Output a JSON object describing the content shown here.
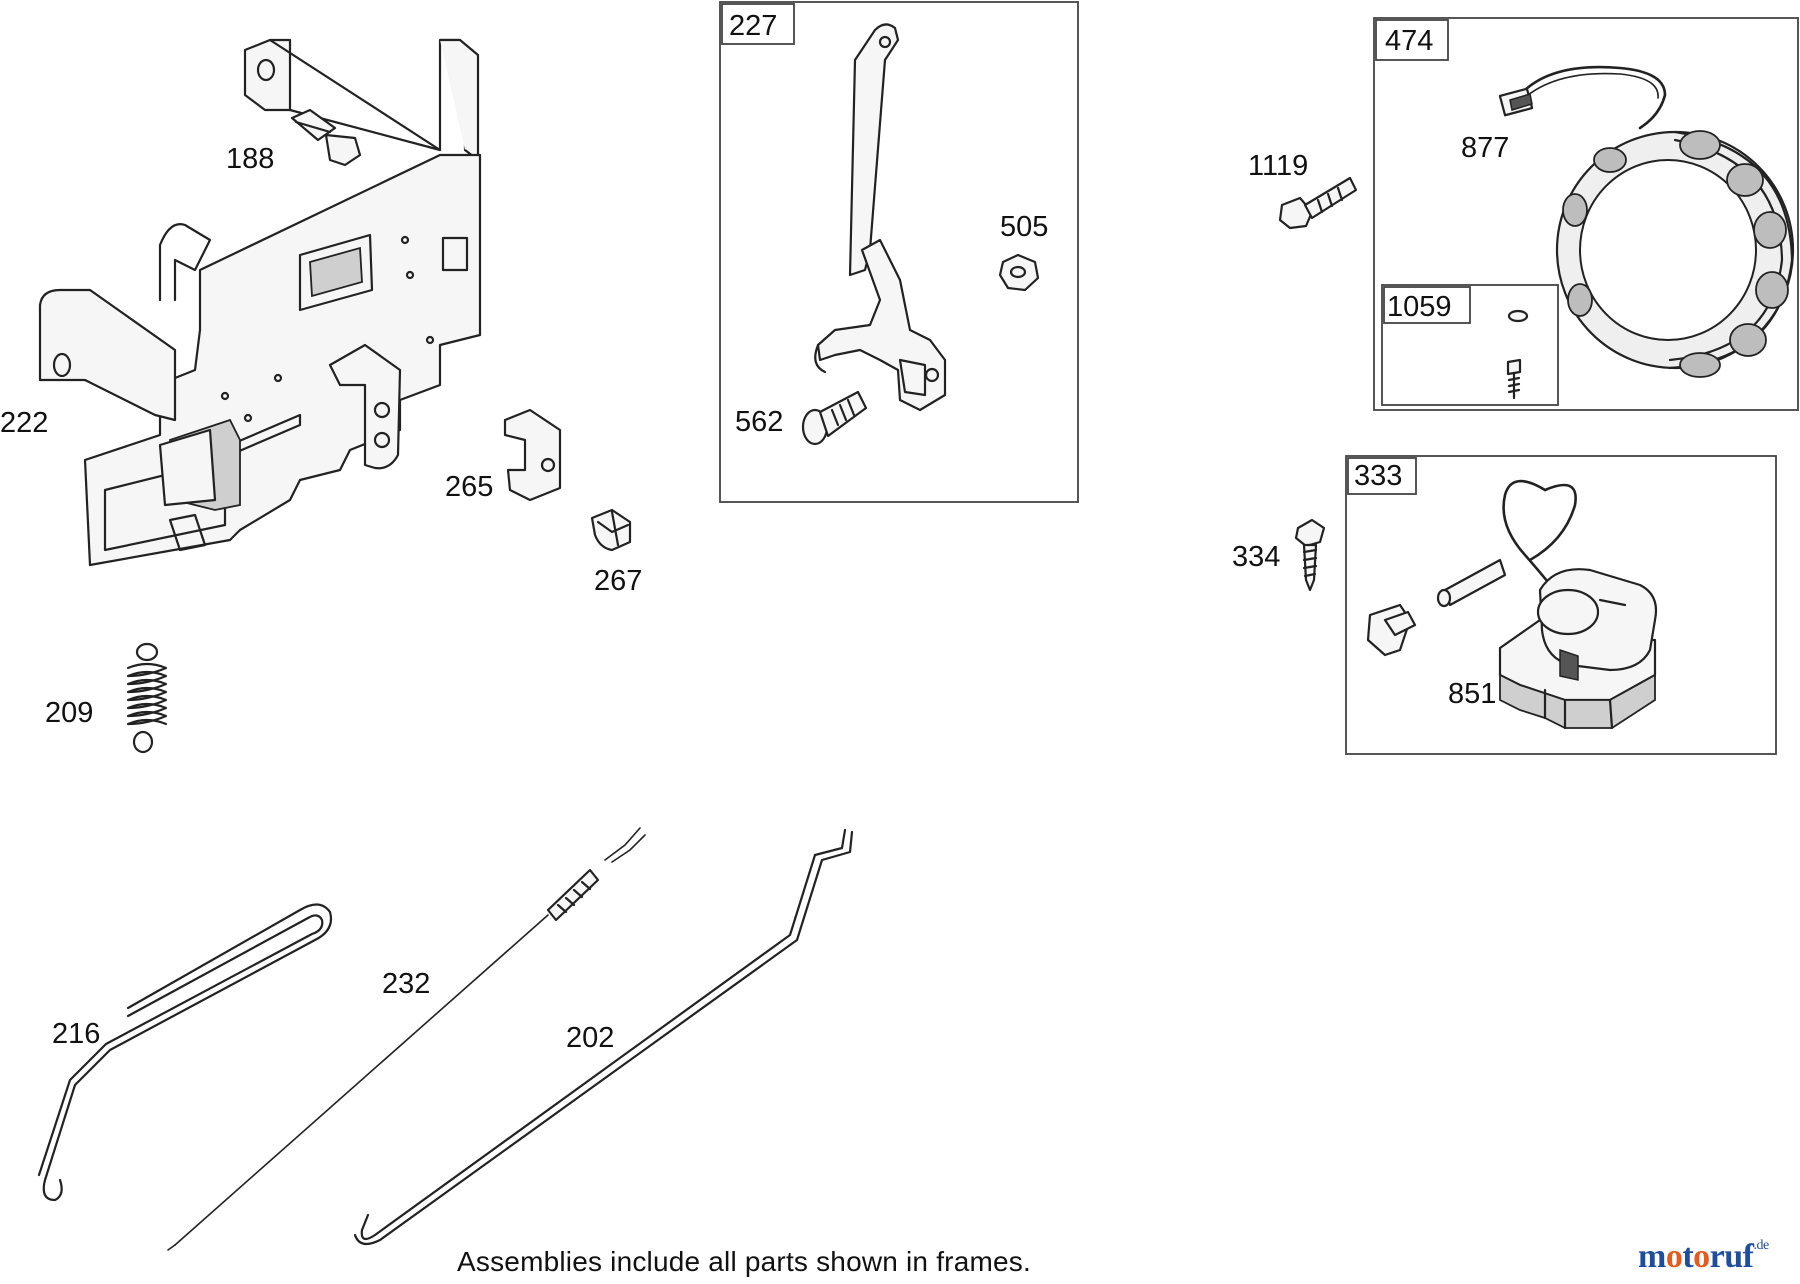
{
  "callouts": {
    "p188": "188",
    "p222": "222",
    "p265": "265",
    "p267": "267",
    "p209": "209",
    "p227": "227",
    "p505": "505",
    "p562": "562",
    "p1119": "1119",
    "p474": "474",
    "p877": "877",
    "p1059": "1059",
    "p333": "333",
    "p334": "334",
    "p851": "851",
    "p232": "232",
    "p216": "216",
    "p202": "202"
  },
  "footnote": "Assemblies include all parts shown in frames.",
  "brand": {
    "main": "motoruf",
    "suffix": ".de",
    "colors": {
      "primary": "#1f4e9c",
      "accent": "#e85a1c"
    }
  }
}
